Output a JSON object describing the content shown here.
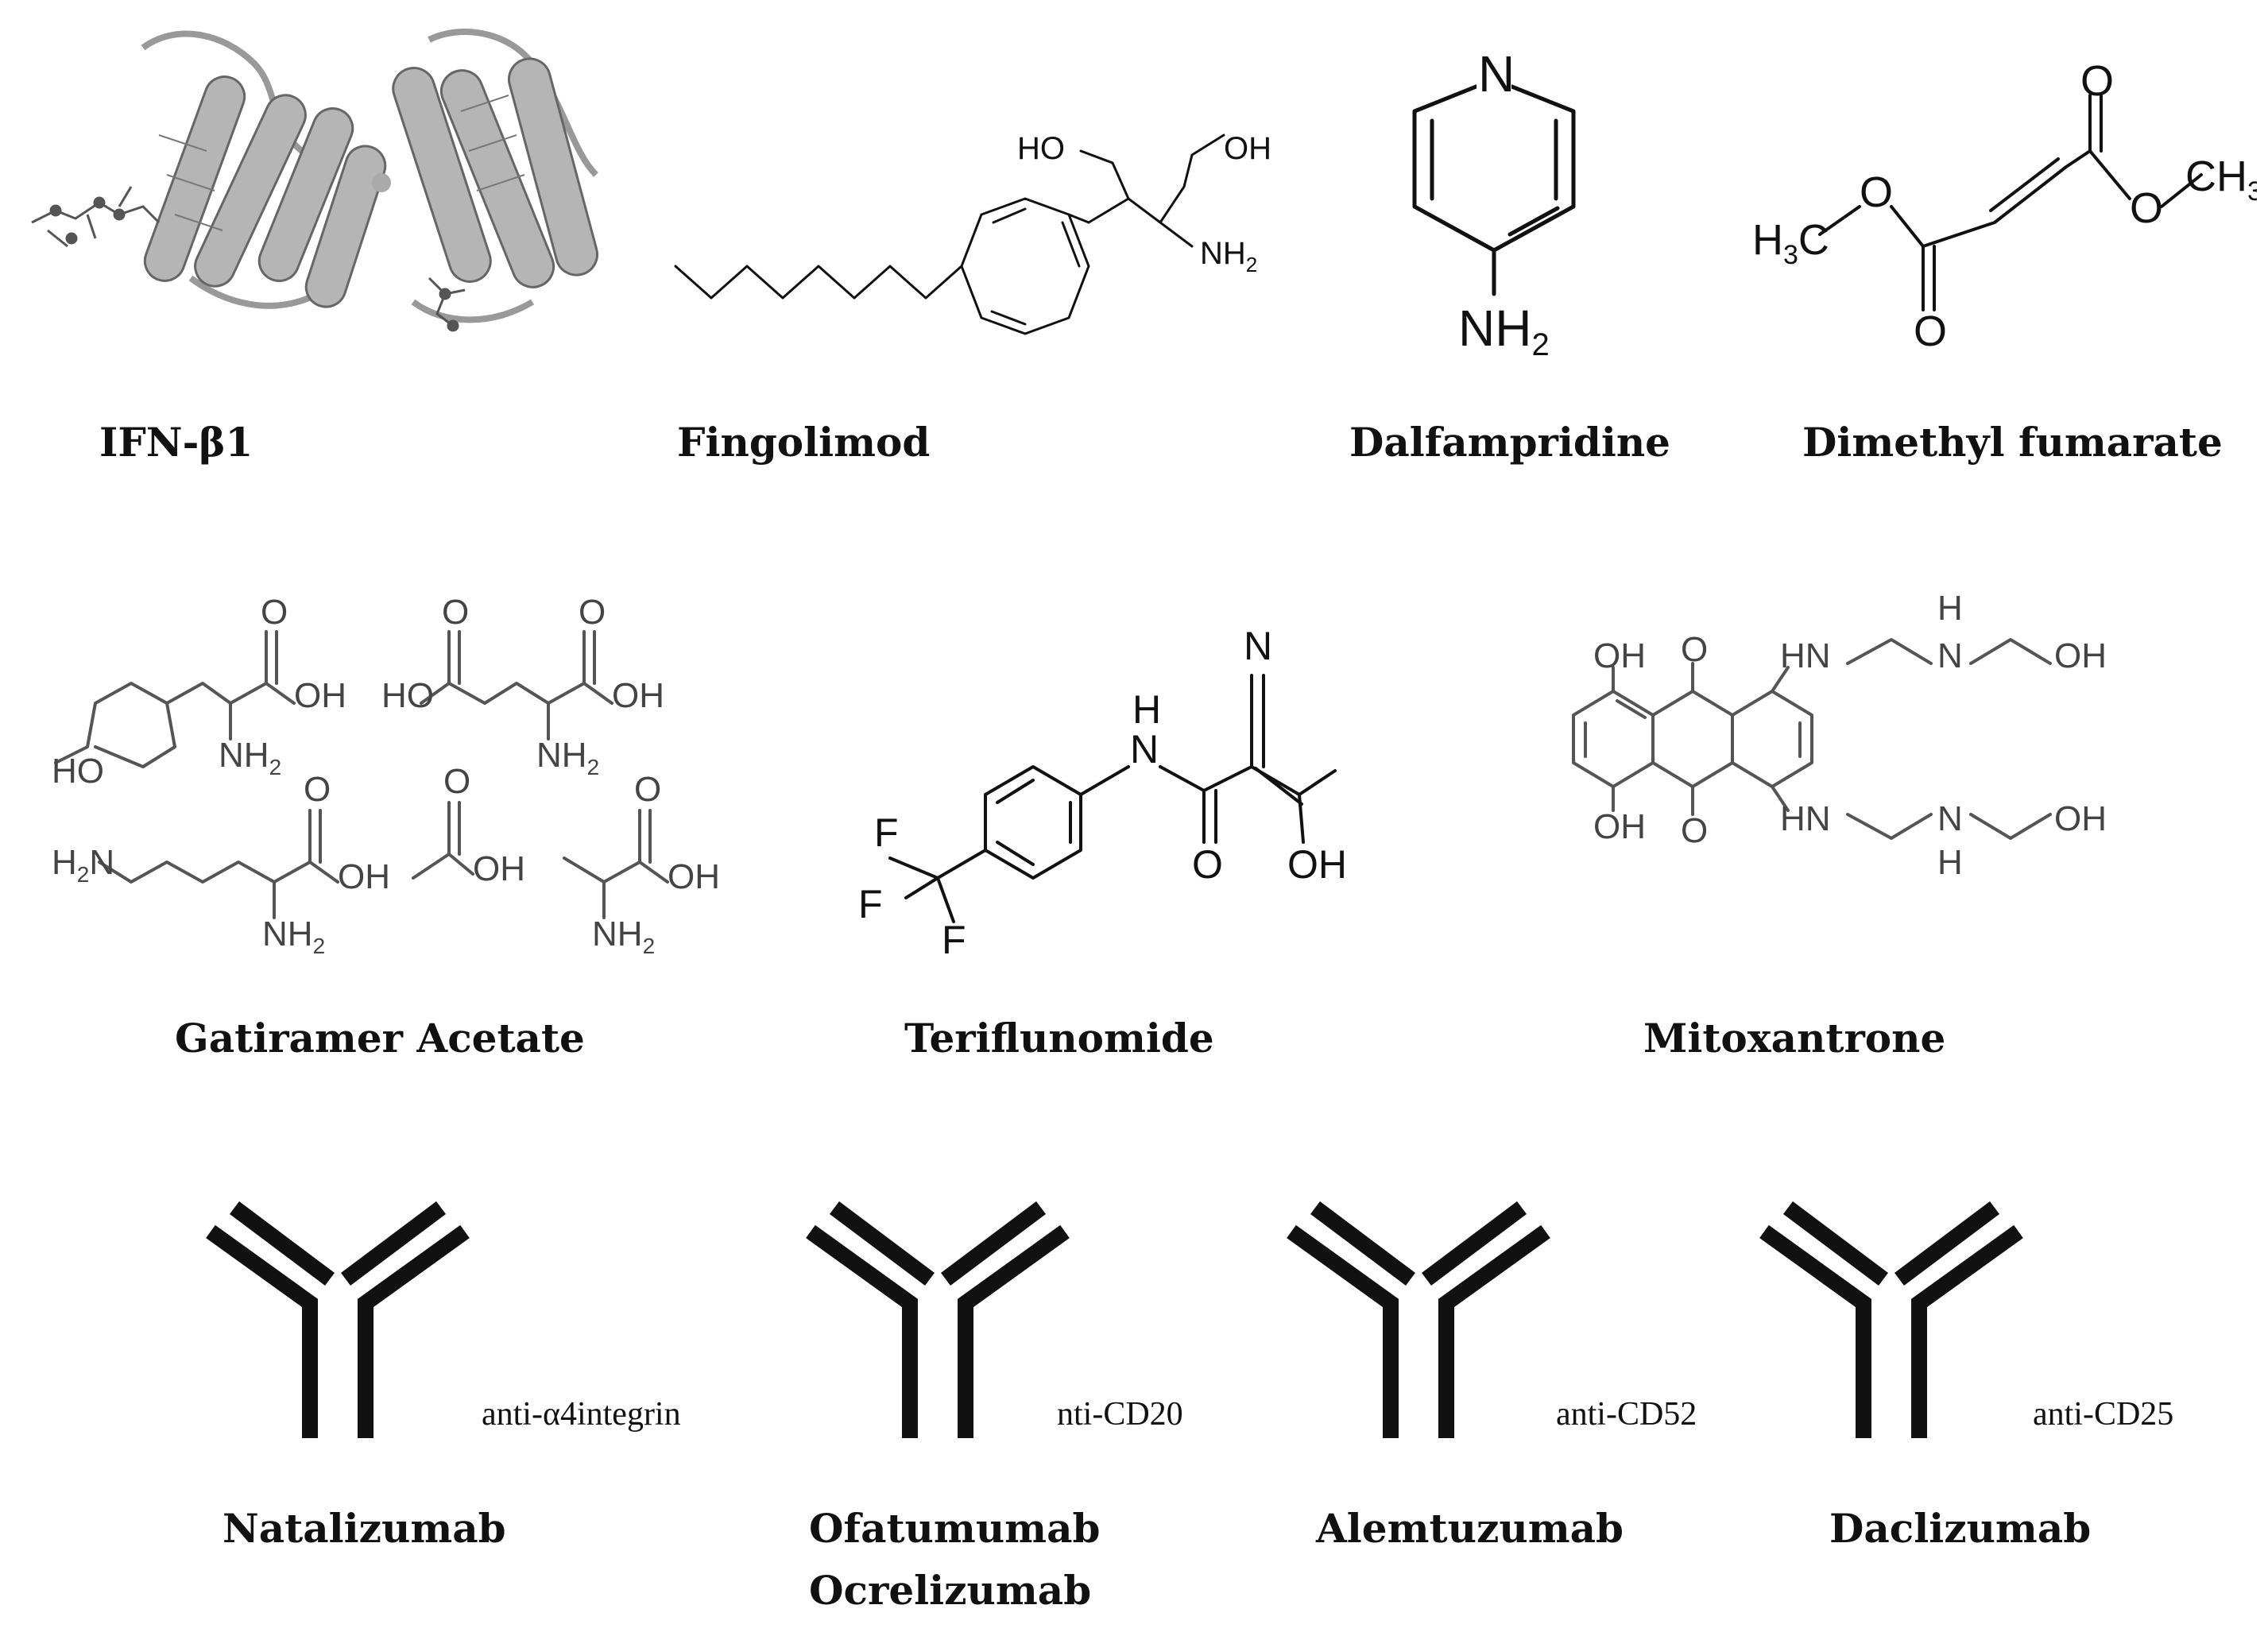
{
  "drugs": {
    "ifn": {
      "name": "IFN-β1"
    },
    "fingolimod": {
      "name": "Fingolimod"
    },
    "dalfampridine": {
      "name": "Dalfampridine"
    },
    "dmf": {
      "name": "Dimethyl fumarate"
    },
    "glatiramer": {
      "name": "Gatiramer Acetate"
    },
    "teriflunomide": {
      "name": "Teriflunomide"
    },
    "mitoxantrone": {
      "name": "Mitoxantrone"
    },
    "natalizumab": {
      "name": "Natalizumab",
      "target": "anti-α4integrin"
    },
    "ofatumumab": {
      "name_line1": "Ofatumumab",
      "name_line2": "Ocrelizumab",
      "target": "nti-CD20"
    },
    "alemtuzumab": {
      "name": "Alemtuzumab",
      "target": "anti-CD52"
    },
    "daclizumab": {
      "name": "Daclizumab",
      "target": "anti-CD25"
    }
  },
  "atoms": {
    "n": "N",
    "nh": "NH",
    "nh2": "NH",
    "h": "H",
    "sub2": "2",
    "sub3": "3",
    "ho": "HO",
    "oh": "OH",
    "o": "O",
    "f": "F",
    "h2n": "H",
    "c": "C",
    "hn": "HN"
  },
  "colors": {
    "ink": "#111111",
    "protein": "#9a9a9a"
  },
  "icons": {
    "antibody": "antibody-icon",
    "protein": "protein-structure-icon"
  }
}
